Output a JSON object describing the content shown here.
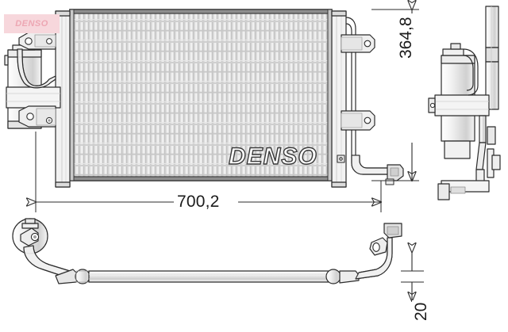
{
  "drawing": {
    "type": "technical-dimension-drawing",
    "product": "air-conditioning-condenser",
    "brand_watermark": "DENSO",
    "core_logo": "DENSO",
    "views": [
      {
        "name": "front-view",
        "label": ""
      },
      {
        "name": "side-view",
        "label": ""
      },
      {
        "name": "bottom-view",
        "label": ""
      }
    ]
  },
  "dimensions": {
    "width": "700,2",
    "height": "364,8",
    "depth": "20",
    "unit": "mm"
  },
  "colors": {
    "line": "#2b2b2b",
    "core_fill": "#d4d4d4",
    "fin_light": "#e9e9e9",
    "fin_dark": "#b9b9b9",
    "watermark_bg": "#f7d7dc",
    "watermark_text": "#eda7b3",
    "logo_fill": "#ffffff",
    "logo_outline": "#3a3a3a",
    "background": "#ffffff"
  },
  "icons": {
    "arrow_up": "arrow-up-icon",
    "arrow_down": "arrow-down-icon",
    "arrow_left": "arrow-left-icon",
    "arrow_right": "arrow-right-icon"
  }
}
